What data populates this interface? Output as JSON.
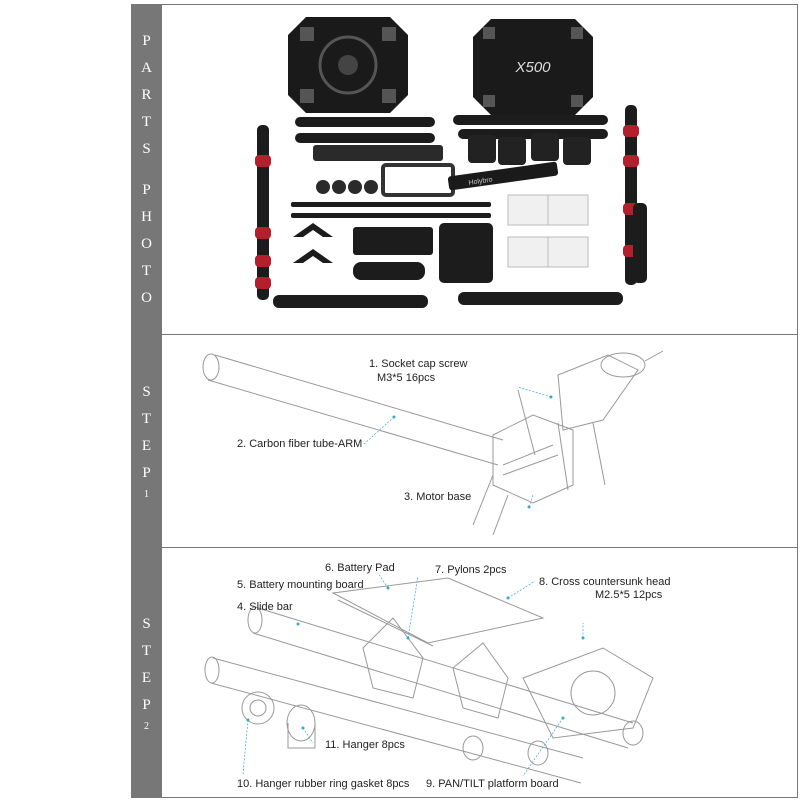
{
  "sections": {
    "parts": {
      "sidebar_letters": [
        "P",
        "A",
        "R",
        "T",
        "S",
        "",
        "P",
        "H",
        "O",
        "T",
        "O"
      ],
      "frame_logo": "X500",
      "strap_logo": "Holybro"
    },
    "step1": {
      "sidebar_letters": [
        "S",
        "T",
        "E",
        "P"
      ],
      "sidebar_number": "1",
      "labels": {
        "l1_a": "1. Socket cap screw",
        "l1_b": "M3*5  16pcs",
        "l2": "2. Carbon fiber tube-ARM",
        "l3": "3. Motor base"
      }
    },
    "step2": {
      "sidebar_letters": [
        "S",
        "T",
        "E",
        "P"
      ],
      "sidebar_number": "2",
      "labels": {
        "l6": "6. Battery Pad",
        "l7": "7. Pylons  2pcs",
        "l5": "5. Battery mounting board",
        "l8_a": "8. Cross countersunk head",
        "l8_b": "M2.5*5  12pcs",
        "l4": "4. Slide bar",
        "l11": "11. Hanger  8pcs",
        "l10": "10. Hanger rubber ring gasket  8pcs",
        "l9": "9. PAN/TILT platform board"
      }
    }
  }
}
